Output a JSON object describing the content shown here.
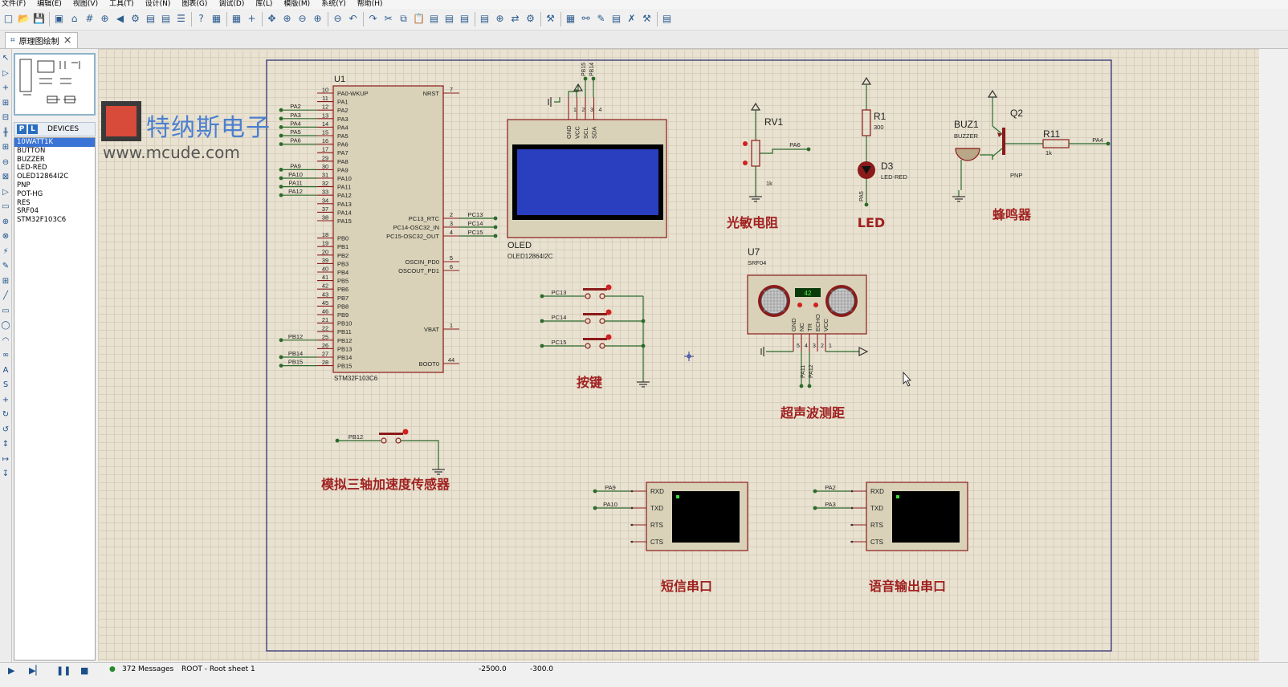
{
  "menu": [
    "文件(F)",
    "编辑(E)",
    "视图(V)",
    "工具(T)",
    "设计(N)",
    "图表(G)",
    "调试(D)",
    "库(L)",
    "模版(M)",
    "系统(Y)",
    "帮助(H)"
  ],
  "tab": {
    "label": "原理图绘制",
    "close": "×"
  },
  "devices": {
    "header_p": "P",
    "header_l": "L",
    "header_label": "DEVICES",
    "items": [
      "10WATT1K",
      "BUTTON",
      "BUZZER",
      "LED-RED",
      "OLED12864I2C",
      "PNP",
      "POT-HG",
      "RES",
      "SRF04",
      "STM32F103C6"
    ]
  },
  "watermark": {
    "title": "特纳斯电子",
    "url": "www.mcude.com"
  },
  "mcu": {
    "ref": "U1",
    "part": "STM32F103C6",
    "left_pins": [
      {
        "num": "10",
        "name": "PA0-WKUP",
        "net": ""
      },
      {
        "num": "11",
        "name": "PA1",
        "net": ""
      },
      {
        "num": "12",
        "name": "PA2",
        "net": "PA2"
      },
      {
        "num": "13",
        "name": "PA3",
        "net": "PA3"
      },
      {
        "num": "14",
        "name": "PA4",
        "net": "PA4"
      },
      {
        "num": "15",
        "name": "PA5",
        "net": "PA5"
      },
      {
        "num": "16",
        "name": "PA6",
        "net": "PA6"
      },
      {
        "num": "17",
        "name": "PA7",
        "net": ""
      },
      {
        "num": "29",
        "name": "PA8",
        "net": ""
      },
      {
        "num": "30",
        "name": "PA9",
        "net": "PA9"
      },
      {
        "num": "31",
        "name": "PA10",
        "net": "PA10"
      },
      {
        "num": "32",
        "name": "PA11",
        "net": "PA11"
      },
      {
        "num": "33",
        "name": "PA12",
        "net": "PA12"
      },
      {
        "num": "34",
        "name": "PA13",
        "net": ""
      },
      {
        "num": "37",
        "name": "PA14",
        "net": ""
      },
      {
        "num": "38",
        "name": "PA15",
        "net": ""
      },
      {
        "num": "18",
        "name": "PB0",
        "net": ""
      },
      {
        "num": "19",
        "name": "PB1",
        "net": ""
      },
      {
        "num": "20",
        "name": "PB2",
        "net": ""
      },
      {
        "num": "39",
        "name": "PB3",
        "net": ""
      },
      {
        "num": "40",
        "name": "PB4",
        "net": ""
      },
      {
        "num": "41",
        "name": "PB5",
        "net": ""
      },
      {
        "num": "42",
        "name": "PB6",
        "net": ""
      },
      {
        "num": "43",
        "name": "PB7",
        "net": ""
      },
      {
        "num": "45",
        "name": "PB8",
        "net": ""
      },
      {
        "num": "46",
        "name": "PB9",
        "net": ""
      },
      {
        "num": "21",
        "name": "PB10",
        "net": ""
      },
      {
        "num": "22",
        "name": "PB11",
        "net": ""
      },
      {
        "num": "25",
        "name": "PB12",
        "net": "PB12"
      },
      {
        "num": "26",
        "name": "PB13",
        "net": ""
      },
      {
        "num": "27",
        "name": "PB14",
        "net": "PB14"
      },
      {
        "num": "28",
        "name": "PB15",
        "net": "PB15"
      }
    ],
    "right_pins": [
      {
        "num": "7",
        "name": "NRST",
        "net": ""
      },
      {
        "num": "2",
        "name": "PC13_RTC",
        "net": "PC13"
      },
      {
        "num": "3",
        "name": "PC14-OSC32_IN",
        "net": "PC14"
      },
      {
        "num": "4",
        "name": "PC15-OSC32_OUT",
        "net": "PC15"
      },
      {
        "num": "5",
        "name": "OSCIN_PD0",
        "net": ""
      },
      {
        "num": "6",
        "name": "OSCOUT_PD1",
        "net": ""
      },
      {
        "num": "1",
        "name": "VBAT",
        "net": ""
      },
      {
        "num": "44",
        "name": "BOOT0",
        "net": ""
      }
    ]
  },
  "oled": {
    "ref": "OLED",
    "part": "OLED12864I2C",
    "pins": [
      "GND",
      "VCC",
      "SCL",
      "SDA"
    ],
    "nums": [
      "1",
      "2",
      "3",
      "4"
    ],
    "nets": [
      "PB15",
      "PB14"
    ]
  },
  "rv1": {
    "ref": "RV1",
    "value": "1k",
    "net": "PA6",
    "label": "光敏电阻"
  },
  "led": {
    "r_ref": "R1",
    "r_value": "300",
    "d_ref": "D3",
    "d_part": "LED-RED",
    "net": "PA5",
    "label": "LED"
  },
  "buzzer": {
    "buz_ref": "BUZ1",
    "buz_part": "BUZZER",
    "q_ref": "Q2",
    "q_part": "PNP",
    "r_ref": "R11",
    "r_value": "1k",
    "net": "PA4",
    "label": "蜂鸣器"
  },
  "keys": {
    "nets": [
      "PC13",
      "PC14",
      "PC15"
    ],
    "label": "按键"
  },
  "srf": {
    "ref": "U7",
    "part": "SRF04",
    "display": "42",
    "pins": [
      "GND",
      "NC",
      "TR",
      "ECHO",
      "VCC"
    ],
    "nums": [
      "5",
      "4",
      "3",
      "2",
      "1"
    ],
    "nets": [
      "PA11",
      "PA12"
    ],
    "label": "超声波测距"
  },
  "accel": {
    "net": "PB12",
    "label": "模拟三轴加速度传感器"
  },
  "sms": {
    "nets": [
      "PA9",
      "PA10"
    ],
    "pins": [
      "RXD",
      "TXD",
      "RTS",
      "CTS"
    ],
    "label": "短信串口"
  },
  "voice": {
    "nets": [
      "PA2",
      "PA3"
    ],
    "pins": [
      "RXD",
      "TXD",
      "RTS",
      "CTS"
    ],
    "label": "语音输出串口"
  },
  "status": {
    "messages": "372 Messages",
    "sheet": "ROOT - Root sheet 1",
    "coords": "-2500.0",
    "coords2": "-300.0"
  },
  "colors": {
    "wire": "#2c6a2c",
    "comp": "#8b1a1a",
    "body": "#d9d2b8",
    "pin_text": "#1a1a1a",
    "label": "#a02020"
  }
}
